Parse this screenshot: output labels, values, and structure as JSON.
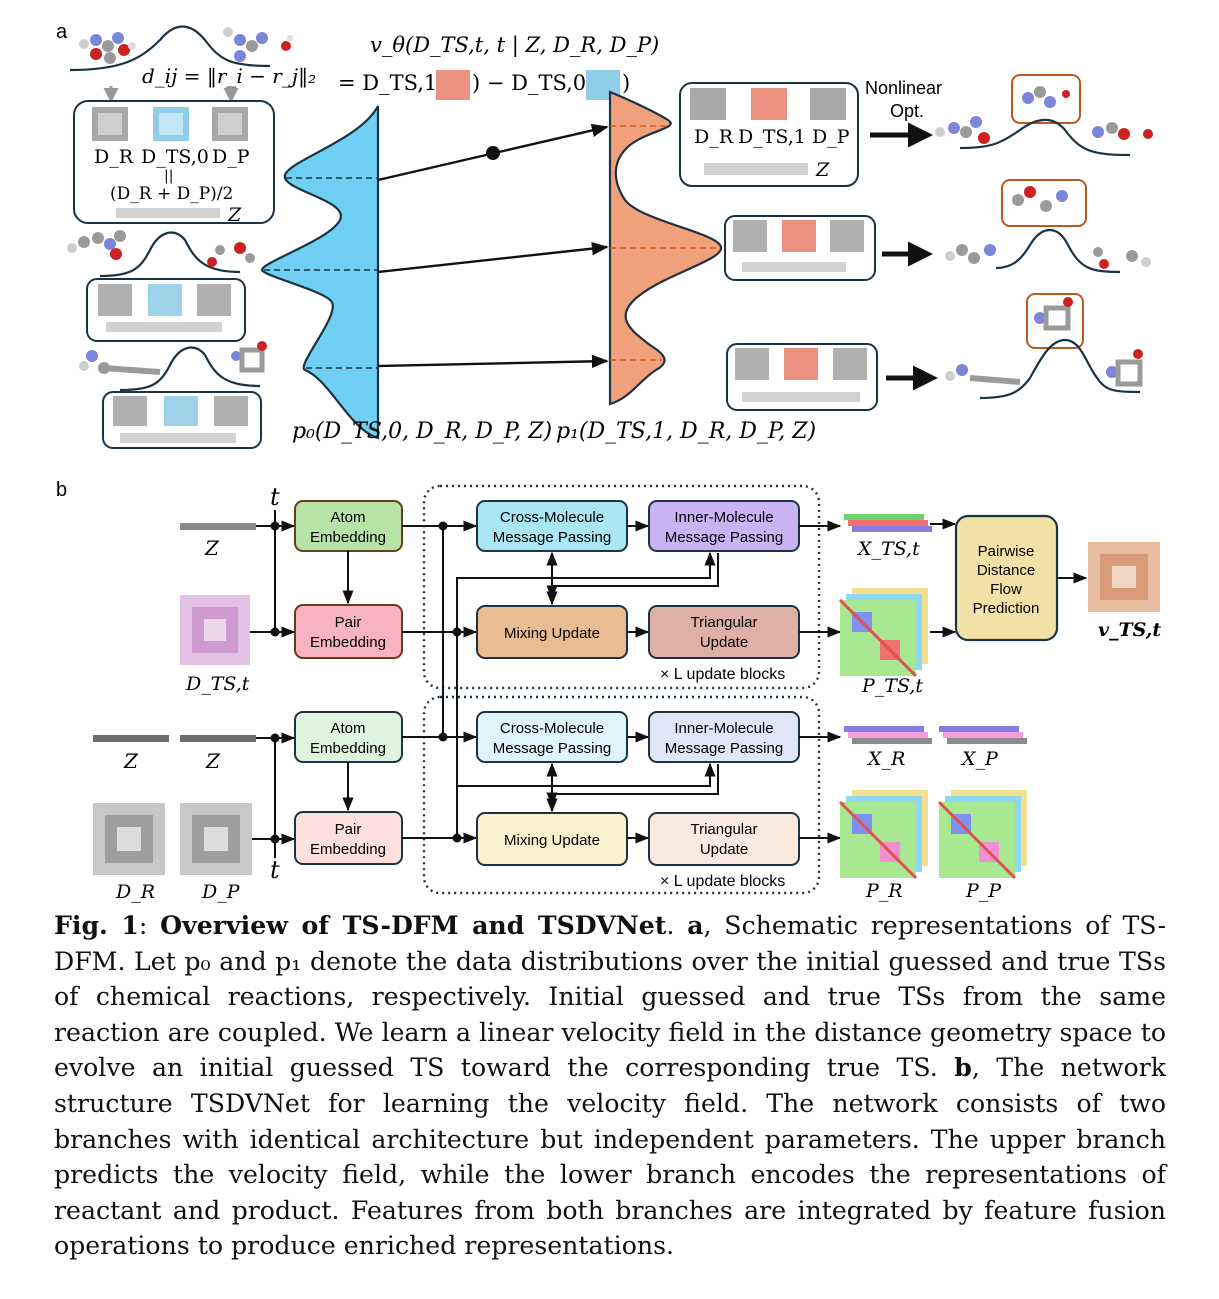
{
  "panel_a": {
    "label": "a",
    "distance_formula": "d_ij = ‖r_i − r_j‖₂",
    "top_box": {
      "d_r": "D_R",
      "d_ts0": "D_TS,0",
      "d_p": "D_P",
      "eq": "||",
      "avg": "(D_R + D_P)/2",
      "z": "Z"
    },
    "velocity_line1": "v_θ(D_TS,t, t | Z, D_R, D_P)",
    "velocity_line2": "= D_TS,1(",
    "velocity_line3": ") − D_TS,0(",
    "velocity_line4": ")",
    "p0_label": "p₀(D_TS,0, D_R, D_P, Z)",
    "p1_label": "p₁(D_TS,1, D_R, D_P, Z)",
    "right_box": {
      "d_r": "D_R",
      "d_ts1": "D_TS,1",
      "d_p": "D_P",
      "z": "Z"
    },
    "nonlinear_line1": "Nonlinear",
    "nonlinear_line2": "Opt."
  },
  "panel_b": {
    "label": "b",
    "upper": {
      "t": "t",
      "z": "Z",
      "d_ts": "D_TS,t",
      "atom_embedding": [
        "Atom",
        "Embedding"
      ],
      "pair_embedding": [
        "Pair",
        "Embedding"
      ],
      "cross_mp": [
        "Cross-Molecule",
        "Message Passing"
      ],
      "inner_mp": [
        "Inner-Molecule",
        "Message Passing"
      ],
      "mixing": "Mixing Update",
      "triangular": [
        "Triangular",
        "Update"
      ],
      "blocks": "× L update blocks",
      "x_out": "X_TS,t",
      "p_out": "P_TS,t",
      "flow_pred": [
        "Pairwise",
        "Distance",
        "Flow",
        "Prediction"
      ],
      "v_out": "v_TS,t"
    },
    "lower": {
      "z1": "Z",
      "z2": "Z",
      "d_r": "D_R",
      "d_p": "D_P",
      "t": "t",
      "atom_embedding": [
        "Atom",
        "Embedding"
      ],
      "pair_embedding": [
        "Pair",
        "Embedding"
      ],
      "cross_mp": [
        "Cross-Molecule",
        "Message Passing"
      ],
      "inner_mp": [
        "Inner-Molecule",
        "Message Passing"
      ],
      "mixing": "Mixing Update",
      "triangular": [
        "Triangular",
        "Update"
      ],
      "blocks": "× L update blocks",
      "x_r": "X_R",
      "x_p": "X_P",
      "p_r": "P_R",
      "p_p": "P_P"
    }
  },
  "caption": {
    "fig": "Fig. 1",
    "colon": ": ",
    "title": "Overview of TS-DFM and TSDVNet",
    "a_label": "a",
    "text_a": ", Schematic representations of TS-DFM. Let p₀ and p₁ denote the data distributions over the initial guessed and true TSs of chemical reactions, respectively. Initial guessed and true TSs from the same reaction are coupled. We learn a linear velocity field in the distance geometry space to evolve an initial guessed TS toward the corresponding true TS. ",
    "b_label": "b",
    "text_b": ", The network structure TSDVNet for learning the velocity field. The network consists of two branches with identical architecture but independent parameters. The upper branch predicts the velocity field, while the lower branch encodes the representations of reactant and product. Features from both branches are integrated by feature fusion operations to produce enriched representations."
  },
  "colors": {
    "blue_dist": "#6fd0f4",
    "orange_dist": "#f0a07a",
    "navy": "#1c3344",
    "atom_upper": "#b6e3a6",
    "pair_upper": "#f7b3c2",
    "cross_upper": "#a8e6f2",
    "inner_upper": "#c9b3f2",
    "mixing_upper": "#e8bd92",
    "tri_upper": "#dfb0a6",
    "flow": "#f2e1a6",
    "atom_lower": "#dff4dc",
    "pair_lower": "#fbe0dc",
    "cross_lower": "#dff4fb",
    "inner_lower": "#e0e6f8",
    "mixing_lower": "#fbf1cf",
    "tri_lower": "#fbeadf"
  }
}
